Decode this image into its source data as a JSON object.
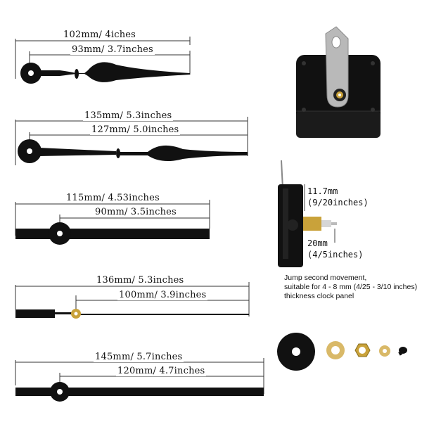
{
  "hands": [
    {
      "label_long": "102mm/ 4iches",
      "label_short": "93mm/ 3.7inches"
    },
    {
      "label_long": "135mm/ 5.3inches",
      "label_short": "127mm/ 5.0inches"
    },
    {
      "label_long": "115mm/ 4.53inches",
      "label_short": "90mm/ 3.5inches"
    },
    {
      "label_long": "136mm/ 5.3inches",
      "label_short": "100mm/ 3.9inches"
    },
    {
      "label_long": "145mm/ 5.7inches",
      "label_short": "120mm/ 4.7inches"
    }
  ],
  "movement": {
    "shaft_length": "11.7mm",
    "shaft_length_in": "(9/20inches)",
    "thread_length": "20mm",
    "thread_length_in": "(4/5inches)"
  },
  "note": {
    "line1": "Jump second movement,",
    "line2": "suitable for 4 - 8 mm (4/25 - 3/10 inches)",
    "line3": "thickness clock panel"
  },
  "colors": {
    "hand": "#111111",
    "brass": "#c9a23a",
    "metal": "#b9b9b9"
  }
}
